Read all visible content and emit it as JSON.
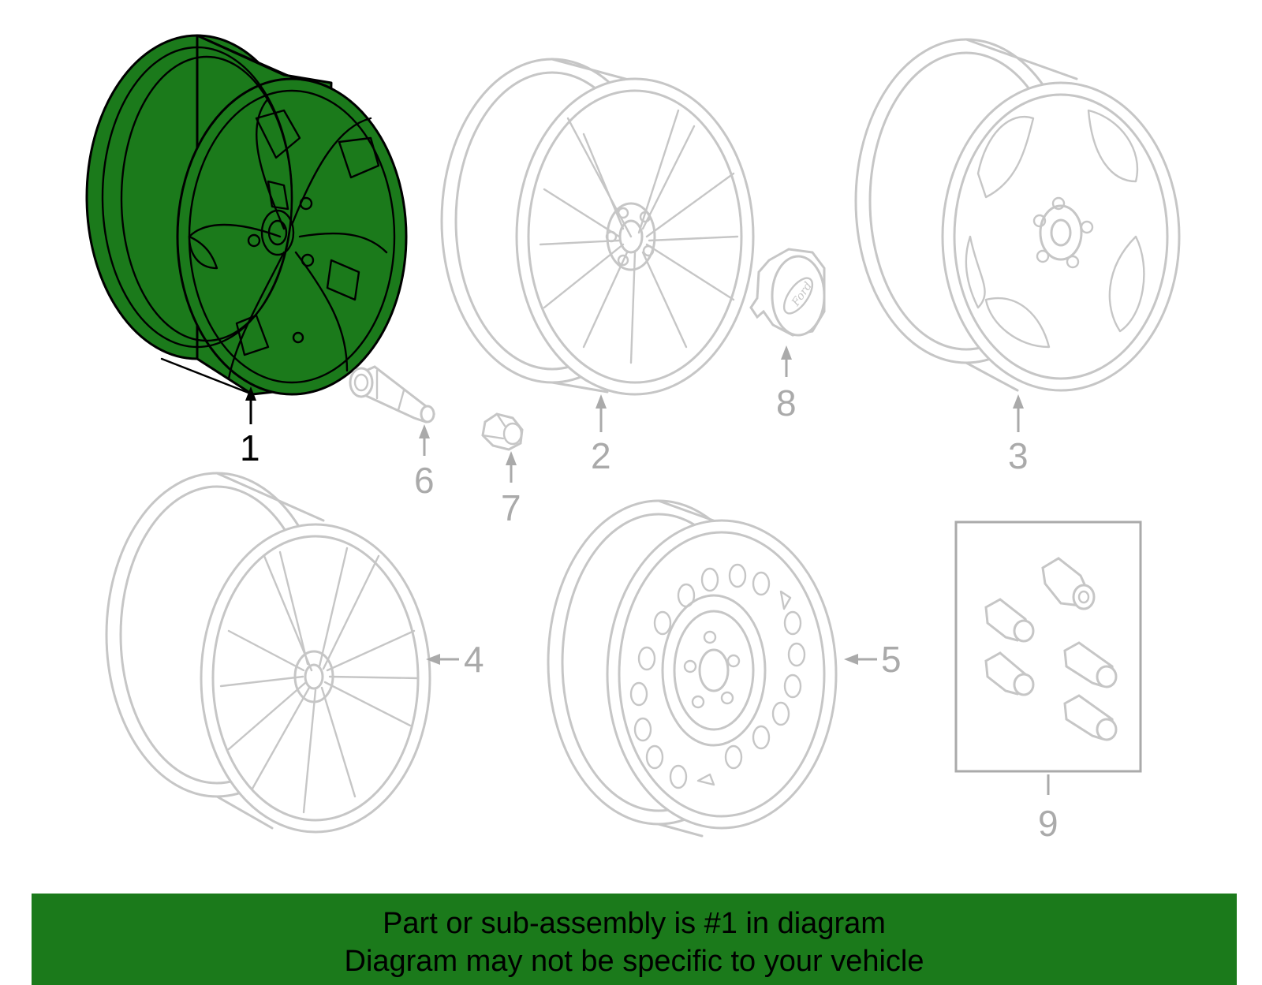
{
  "diagram": {
    "highlighted_callout": "1",
    "callouts": [
      "1",
      "2",
      "3",
      "4",
      "5",
      "6",
      "7",
      "8",
      "9"
    ],
    "cap_emblem": "Ford",
    "colors": {
      "highlight_fill": "#1b7a1b",
      "line_gray": "#c6c6c6",
      "label_gray": "#aaaaaa",
      "active_label": "#000000"
    }
  },
  "banner": {
    "line1": "Part or sub-assembly is #1 in diagram",
    "line2": "Diagram may not be specific to your vehicle"
  }
}
